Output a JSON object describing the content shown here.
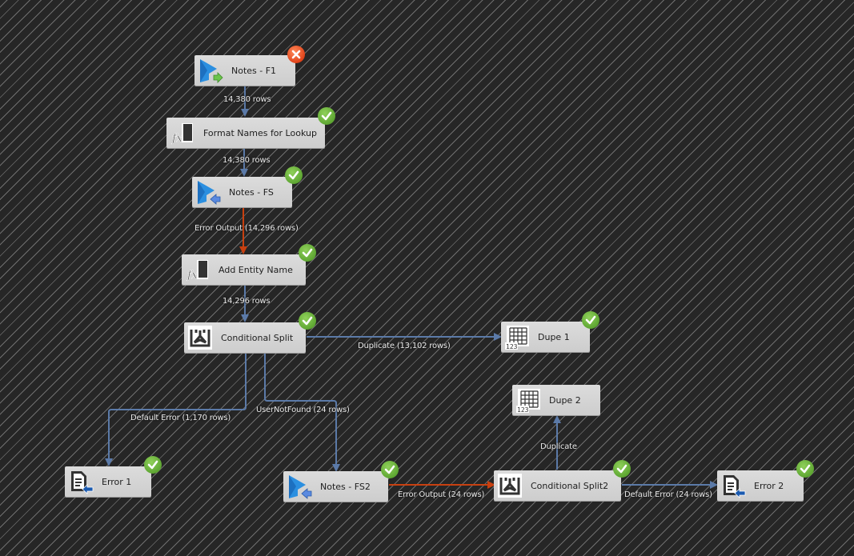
{
  "colors": {
    "background": "#262626",
    "node_fill": "#d4d4d4",
    "path_normal": "#5b7aa8",
    "path_error": "#c84010",
    "status_ok": "#5ea632",
    "status_error": "#e0431a"
  },
  "nodes": [
    {
      "id": "notes-f1",
      "label": "Notes - F1",
      "icon": "crm-source-icon",
      "status": "error"
    },
    {
      "id": "format-names",
      "label": "Format Names for Lookup",
      "icon": "derived-column-icon",
      "status": "ok"
    },
    {
      "id": "notes-fs",
      "label": "Notes - FS",
      "icon": "crm-destination-icon",
      "status": "ok"
    },
    {
      "id": "add-entity-name",
      "label": "Add Entity Name",
      "icon": "derived-column-icon",
      "status": "ok"
    },
    {
      "id": "conditional-split",
      "label": "Conditional Split",
      "icon": "conditional-split-icon",
      "status": "ok"
    },
    {
      "id": "dupe-1",
      "label": "Dupe 1",
      "icon": "row-count-icon",
      "status": "ok"
    },
    {
      "id": "error-1",
      "label": "Error 1",
      "icon": "flat-file-destination-icon",
      "status": "ok"
    },
    {
      "id": "notes-fs2",
      "label": "Notes - FS2",
      "icon": "crm-destination-icon",
      "status": "ok"
    },
    {
      "id": "conditional-split2",
      "label": "Conditional Split2",
      "icon": "conditional-split-icon",
      "status": "ok"
    },
    {
      "id": "dupe-2",
      "label": "Dupe 2",
      "icon": "row-count-icon",
      "status": "none"
    },
    {
      "id": "error-2",
      "label": "Error 2",
      "icon": "flat-file-destination-icon",
      "status": "ok"
    }
  ],
  "paths": [
    {
      "from": "notes-f1",
      "to": "format-names",
      "label": "14,380 rows",
      "type": "normal"
    },
    {
      "from": "format-names",
      "to": "notes-fs",
      "label": "14,380 rows",
      "type": "normal"
    },
    {
      "from": "notes-fs",
      "to": "add-entity-name",
      "label": "Error Output (14,296 rows)",
      "type": "error"
    },
    {
      "from": "add-entity-name",
      "to": "conditional-split",
      "label": "14,296 rows",
      "type": "normal"
    },
    {
      "from": "conditional-split",
      "to": "dupe-1",
      "label": "Duplicate (13,102 rows)",
      "type": "normal"
    },
    {
      "from": "conditional-split",
      "to": "error-1",
      "label": "Default Error (1,170 rows)",
      "type": "normal"
    },
    {
      "from": "conditional-split",
      "to": "notes-fs2",
      "label": "UserNotFound (24 rows)",
      "type": "normal"
    },
    {
      "from": "notes-fs2",
      "to": "conditional-split2",
      "label": "Error Output (24 rows)",
      "type": "error"
    },
    {
      "from": "conditional-split2",
      "to": "dupe-2",
      "label": "Duplicate",
      "type": "normal"
    },
    {
      "from": "conditional-split2",
      "to": "error-2",
      "label": "Default Error (24 rows)",
      "type": "normal"
    }
  ]
}
